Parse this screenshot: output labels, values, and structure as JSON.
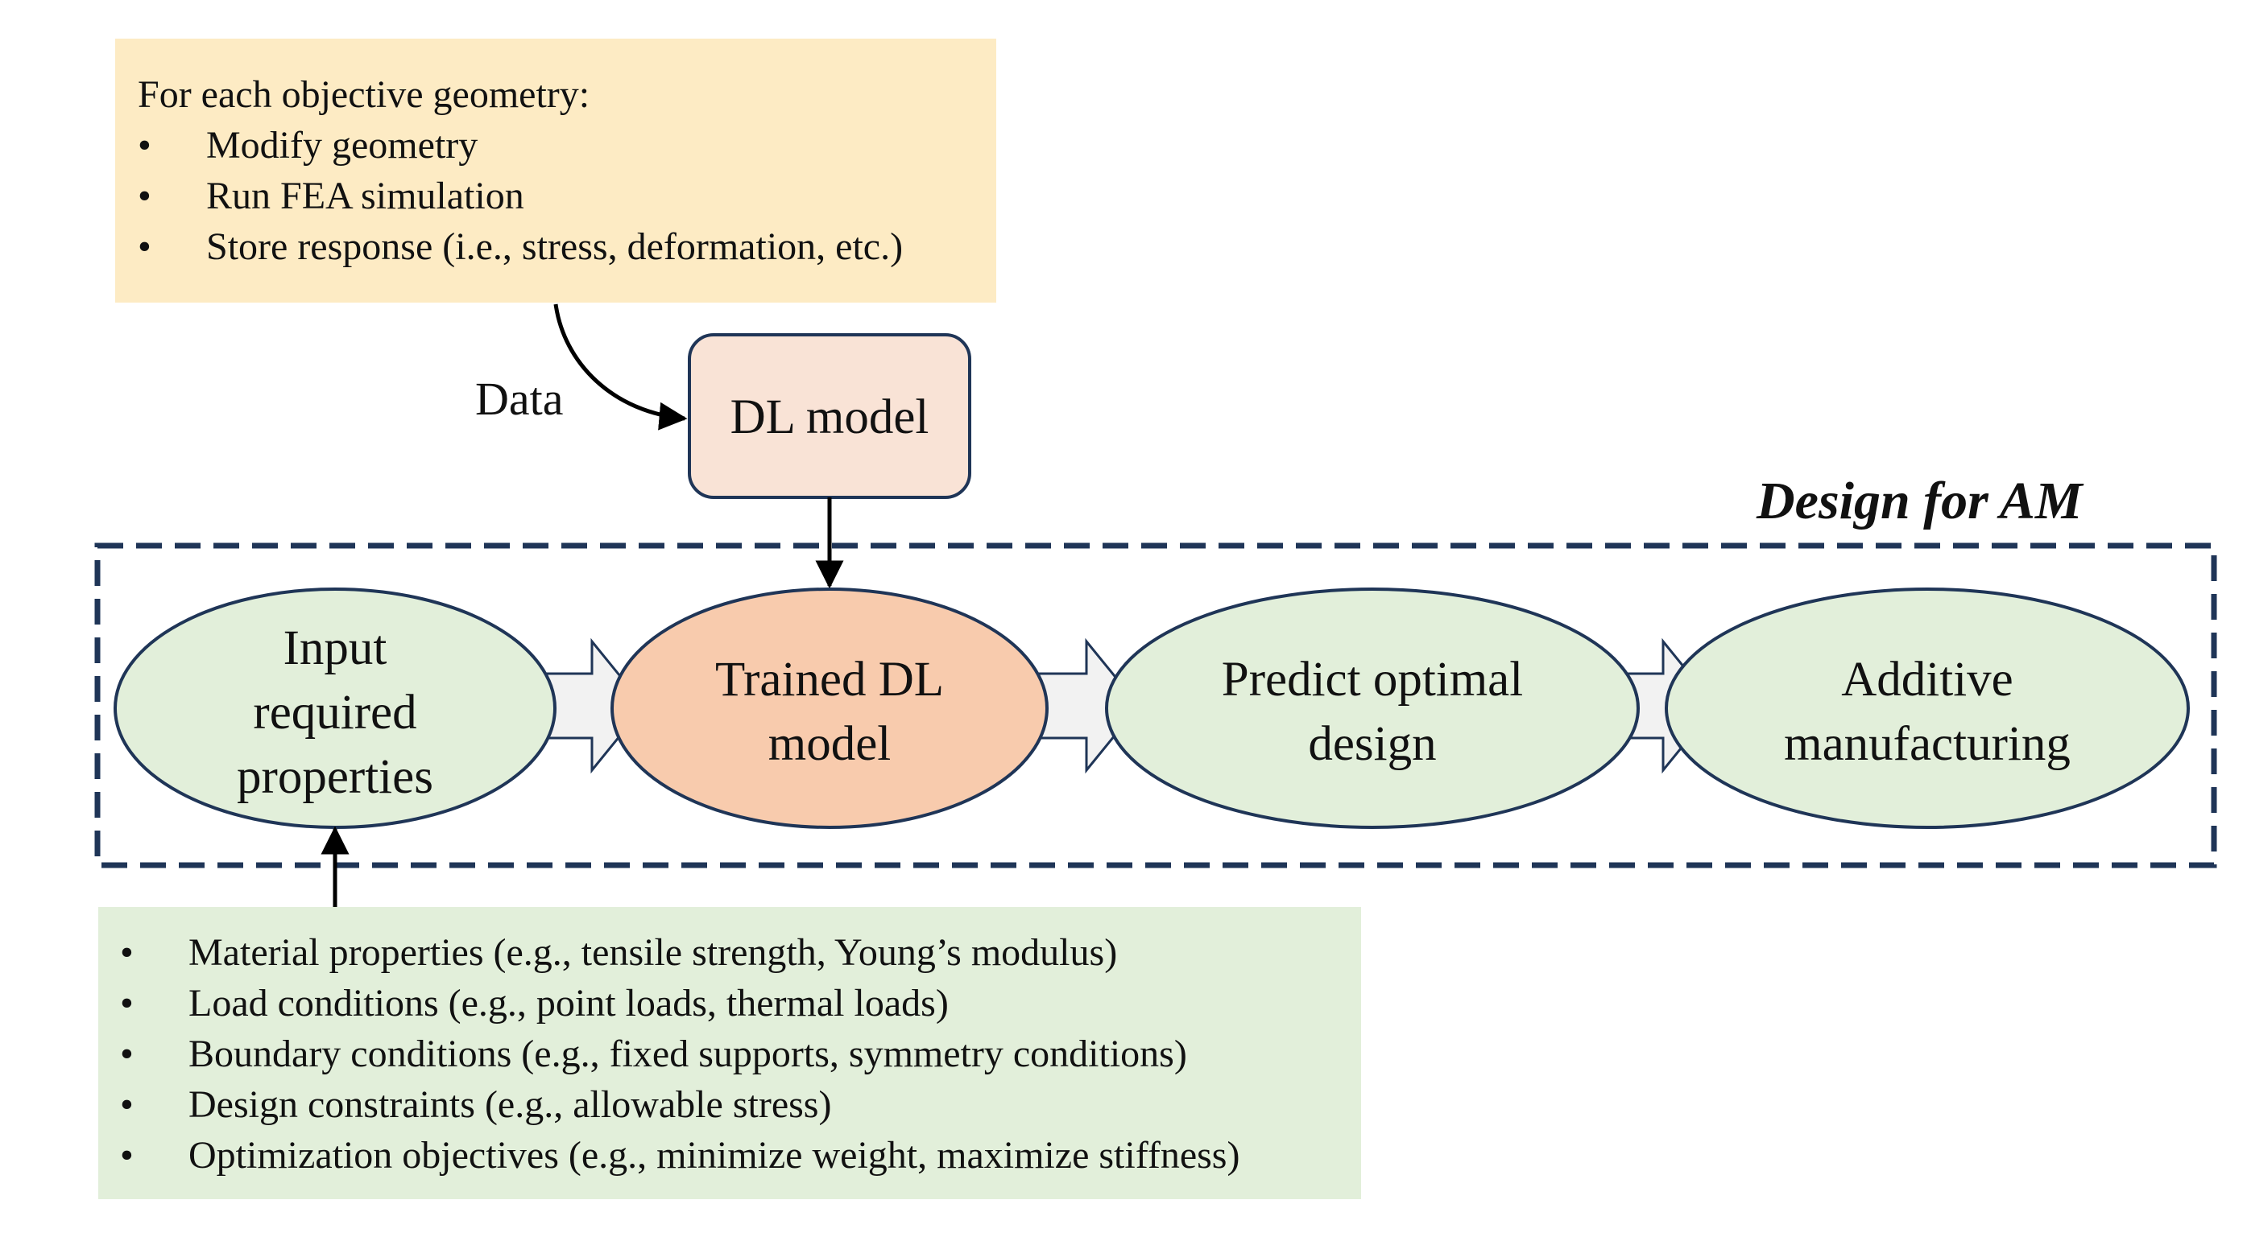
{
  "top_box": {
    "heading": "For each objective geometry:",
    "items": [
      "Modify geometry",
      "Run FEA simulation",
      "Store response (i.e., stress, deformation, etc.)"
    ]
  },
  "data_label": "Data",
  "dl_model": "DL model",
  "frame_title": "Design for AM",
  "flow": {
    "input_line1": "Input",
    "input_line2": "required",
    "input_line3": "properties",
    "trained_line1": "Trained DL",
    "trained_line2": "model",
    "predict_line1": "Predict optimal",
    "predict_line2": "design",
    "additive_line1": "Additive",
    "additive_line2": "manufacturing"
  },
  "bottom_box": {
    "items": [
      "Material properties (e.g., tensile strength, Young’s modulus)",
      "Load conditions (e.g., point loads, thermal loads)",
      "Boundary conditions (e.g., fixed supports, symmetry conditions)",
      "Design constraints (e.g., allowable stress)",
      "Optimization objectives (e.g., minimize weight, maximize stiffness)"
    ]
  },
  "bullet_char": "•",
  "colors": {
    "top_box_fill": "#fdebc4",
    "bottom_box_fill": "#e2efda",
    "dl_model_fill": "#f9e3d6",
    "trained_fill": "#f8cbad",
    "green_ellipse_fill": "#e2efda",
    "outline": "#1f3557",
    "arrow_fill": "#f2f2f2"
  }
}
